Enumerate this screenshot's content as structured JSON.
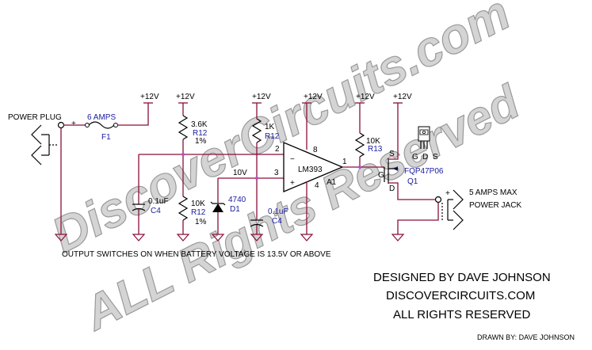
{
  "watermark": {
    "line1": "DiscoverCircuits.com",
    "line2": "ALL Rights Reserved"
  },
  "labels": {
    "power_plug": "POWER PLUG",
    "plug_plus": "+",
    "fuse_value": "6 AMPS",
    "fuse_ref": "F1",
    "supply_a": "+12V",
    "supply_b": "+12V",
    "supply_c": "+12V",
    "supply_d": "+12V",
    "supply_e": "+12V",
    "supply_f": "+12V",
    "r_top_value": "3.6K",
    "r_top_ref": "R12",
    "r_top_tol": "1%",
    "r_bot_value": "10K",
    "r_bot_ref": "R12",
    "r_bot_tol": "1%",
    "cap_left_value": "0.1uF",
    "cap_left_ref": "C4",
    "r_ref_value": "1K",
    "r_ref_ref": "R12",
    "zener_value": "4740",
    "zener_ref": "D1",
    "ref_voltage": "10V",
    "cap_right_value": "0.1uF",
    "cap_right_ref": "C4",
    "comparator_part": "LM393",
    "comparator_ref": "A1",
    "pin_2": "2",
    "pin_3": "3",
    "pin_8": "8",
    "pin_4": "4",
    "pin_1": "1",
    "minus_sign": "−",
    "plus_sign": "+",
    "r_pull_value": "10K",
    "r_pull_ref": "R13",
    "mos_s": "S",
    "mos_g": "G",
    "mos_d": "D",
    "mos_part": "FQP47P06",
    "mos_ref": "Q1",
    "pkg_g": "G",
    "pkg_d": "D",
    "pkg_s": "S",
    "out_plus": "+",
    "out_max": "5 AMPS MAX",
    "power_jack": "POWER JACK",
    "note": "OUTPUT SWITCHES ON WHEN BATTERY VOLTAGE IS 13.5V OR ABOVE"
  },
  "credits": {
    "designed_by": "DESIGNED BY DAVE JOHNSON",
    "site": "DISCOVERCIRCUITS.COM",
    "rights": "ALL RIGHTS RESERVED",
    "drawn_by": "DRAWN BY:  DAVE JOHNSON"
  },
  "colors": {
    "wire": "#8a0f3c",
    "component": "#000000",
    "label_blue": "#1a1aa0",
    "junction": "#b34fc8",
    "watermark_fill": "#d4d4d4"
  }
}
